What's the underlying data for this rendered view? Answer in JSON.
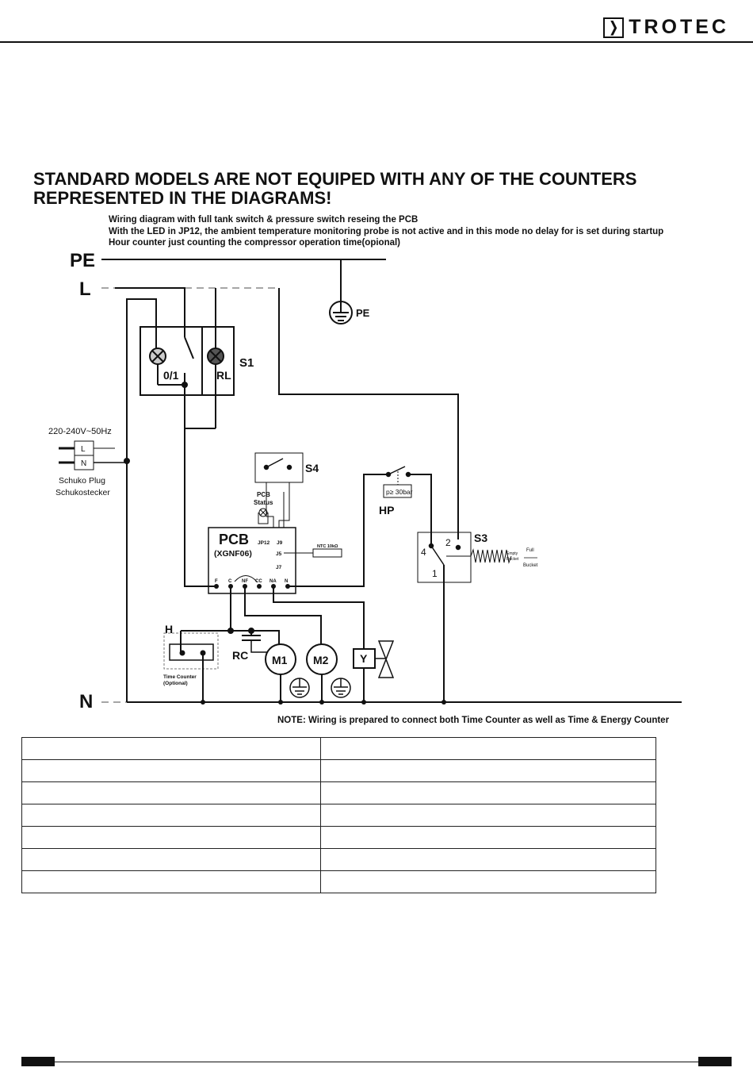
{
  "brand": {
    "name": "TROTEC",
    "mark": "❭"
  },
  "warning": {
    "line1": "STANDARD MODELS ARE NOT EQUIPED WITH ANY OF THE COUNTERS",
    "line2": "REPRESENTED IN THE DIAGRAMS!"
  },
  "subtitle": {
    "line1": "Wiring diagram with full tank switch & pressure switch reseing the PCB",
    "line2": "With the LED in JP12, the ambient temperature monitoring probe is not active and in this mode no delay for is set during startup",
    "line3": "Hour counter just counting the compressor operation time(opional)"
  },
  "diagram": {
    "pe": "PE",
    "l": "L",
    "n": "N",
    "pe_ground": "PE",
    "s1": "S1",
    "s1_01": "0/1",
    "s1_rl": "RL",
    "supply": "220-240V~50Hz",
    "plug_l": "L",
    "plug_n": "N",
    "plug1": "Schuko Plug",
    "plug2": "Schukostecker",
    "s4": "S4",
    "pcb_status1": "PCB",
    "pcb_status2": "Status",
    "pcb": "PCB",
    "pcb_model": "(XGNF06)",
    "jp12": "JP12",
    "j9": "J9",
    "j5": "J5",
    "j7": "J7",
    "ntc": "NTC 10kΩ",
    "pin_f": "F",
    "pin_c": "C",
    "pin_nf": "NF",
    "pin_cc": "CC",
    "pin_na": "NA",
    "pin_n": "N",
    "hp_label": "p≥ 30bar",
    "hp": "HP",
    "s3": "S3",
    "s3_2": "2",
    "s3_4": "4",
    "s3_1": "1",
    "empty1": "Empty",
    "empty2": "Bucket",
    "full1": "Full",
    "full2": "Bucket",
    "h": "H",
    "tc1": "Time Counter",
    "tc2": "(Optional)",
    "rc": "RC",
    "m1": "M1",
    "m2": "M2",
    "y": "Y",
    "note": "NOTE: Wiring is prepared to connect both Time Counter as well as Time & Energy Counter"
  },
  "table": {
    "rows": [
      [
        "",
        ""
      ],
      [
        "",
        ""
      ],
      [
        "",
        ""
      ],
      [
        "",
        ""
      ],
      [
        "",
        ""
      ],
      [
        "",
        ""
      ],
      [
        "",
        ""
      ]
    ]
  }
}
